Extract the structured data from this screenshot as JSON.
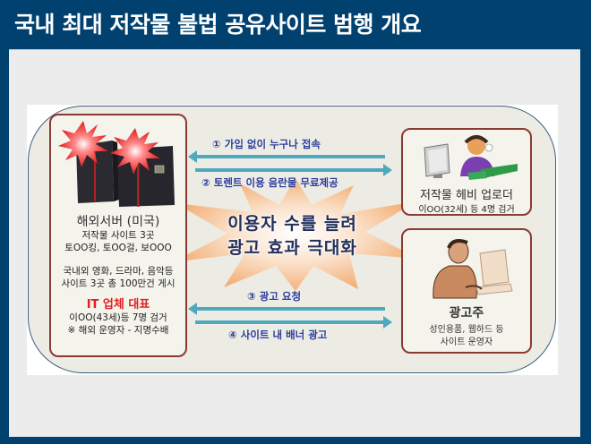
{
  "slide": {
    "title": "국내 최대 저작물 불법 공유사이트 범행 개요",
    "colors": {
      "frame": "#00416f",
      "panel": "#ececec",
      "box_border": "#8b3a32",
      "arrow": "#4fa8bd",
      "arrow_label": "#2a3a9a",
      "highlight_red": "#e02020",
      "burst": "#f4b98a"
    }
  },
  "diagram": {
    "server_box": {
      "icon": "server-icon",
      "title": "해외서버 (미국)",
      "lines": [
        "저작물 사이트 3곳",
        "토OO킹, 토OO걸, 보OOO",
        "",
        "국내외 영화, 드라마, 음악등",
        "사이트 3곳 총 100만건 게시"
      ],
      "operator_title": "IT 업체 대표",
      "operator_lines": [
        "이OO(43세)등 7명 검거",
        "※ 해외 운영자 - 지명수배"
      ]
    },
    "uploader_box": {
      "icon": "uploader-person-icon",
      "title": "저작물 헤비 업로더",
      "sub": "이OO(32세) 등 4명 검거"
    },
    "advertiser_box": {
      "icon": "advertiser-person-icon",
      "title": "광고주",
      "lines": [
        "성인용품, 웹하드 등",
        "사이트 운영자"
      ]
    },
    "arrows": [
      {
        "label": "① 가입 없이 누구나 접속",
        "direction": "left"
      },
      {
        "label": "② 토렌트 이용 음란물 무료제공",
        "direction": "right"
      },
      {
        "label": "③ 광고 요청",
        "direction": "left"
      },
      {
        "label": "④ 사이트 내 배너 광고",
        "direction": "right"
      }
    ],
    "center_burst": {
      "line1": "이용자 수를 늘려",
      "line2": "광고 효과 극대화"
    }
  }
}
